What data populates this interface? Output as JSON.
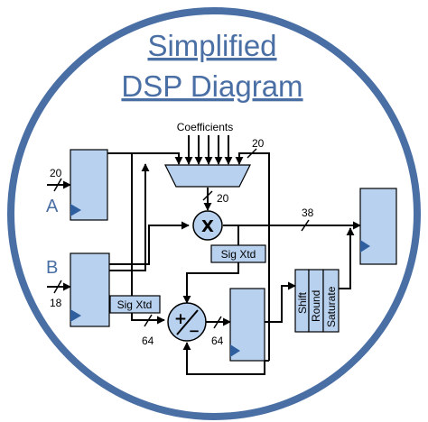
{
  "title": {
    "line1": "Simplified",
    "line2": "DSP Diagram"
  },
  "labels": {
    "coefficients": "Coefficients",
    "input_a": "A",
    "input_b": "B",
    "sig_xtd_1": "Sig Xtd",
    "sig_xtd_2": "Sig Xtd",
    "multiply_symbol": "X",
    "add_sub_plus": "+",
    "add_sub_minus": "−",
    "shift": "Shift",
    "round": "Round",
    "saturate": "Saturate"
  },
  "bus_widths": {
    "a_in": "20",
    "b_in": "18",
    "feedback": "20",
    "mux_out": "20",
    "mult_out": "38",
    "adder_in": "64",
    "adder_out": "64"
  },
  "colors": {
    "ring": "#4a6fa5",
    "block_fill": "#b8d1ef",
    "accent_text": "#4a6fa5"
  }
}
